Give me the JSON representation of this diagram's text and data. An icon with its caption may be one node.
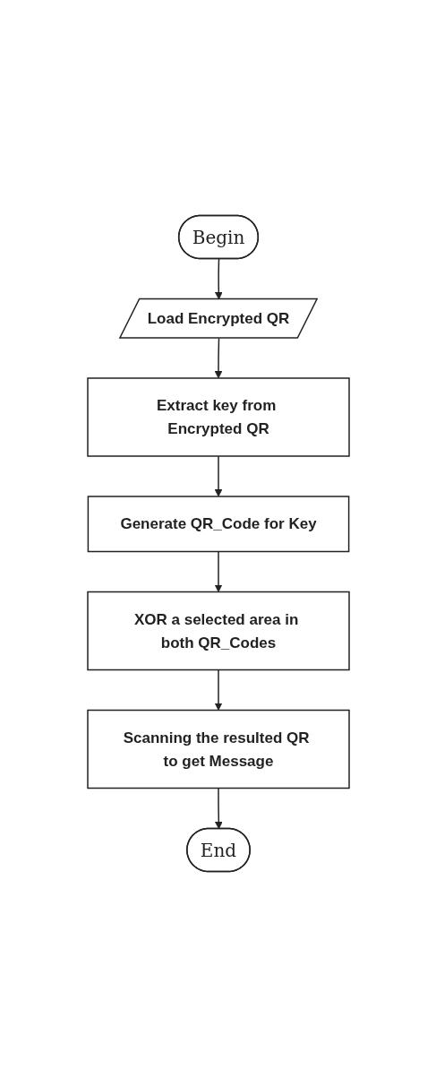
{
  "diagram": {
    "nodes": [
      {
        "text": [
          "Begin"
        ]
      },
      {
        "text": [
          "Load Encrypted QR"
        ]
      },
      {
        "text": [
          "Extract key from Encrypted QR"
        ]
      },
      {
        "text": [
          "Generate QR_Code for Key"
        ]
      },
      {
        "text": [
          "XOR a selected area in both QR_Codes"
        ]
      },
      {
        "text": [
          "Scanning the resulted QR to get Message"
        ]
      },
      {
        "text": [
          "End"
        ]
      }
    ],
    "edges": [
      {
        "from": 0,
        "to": 1,
        "arrow": "to"
      },
      {
        "from": 1,
        "to": 2,
        "arrow": "to"
      },
      {
        "from": 2,
        "to": 3,
        "arrow": "to"
      },
      {
        "from": 3,
        "to": 4,
        "arrow": "to"
      },
      {
        "from": 4,
        "to": 5,
        "arrow": "to"
      },
      {
        "from": 5,
        "to": 6,
        "arrow": "to"
      }
    ]
  }
}
